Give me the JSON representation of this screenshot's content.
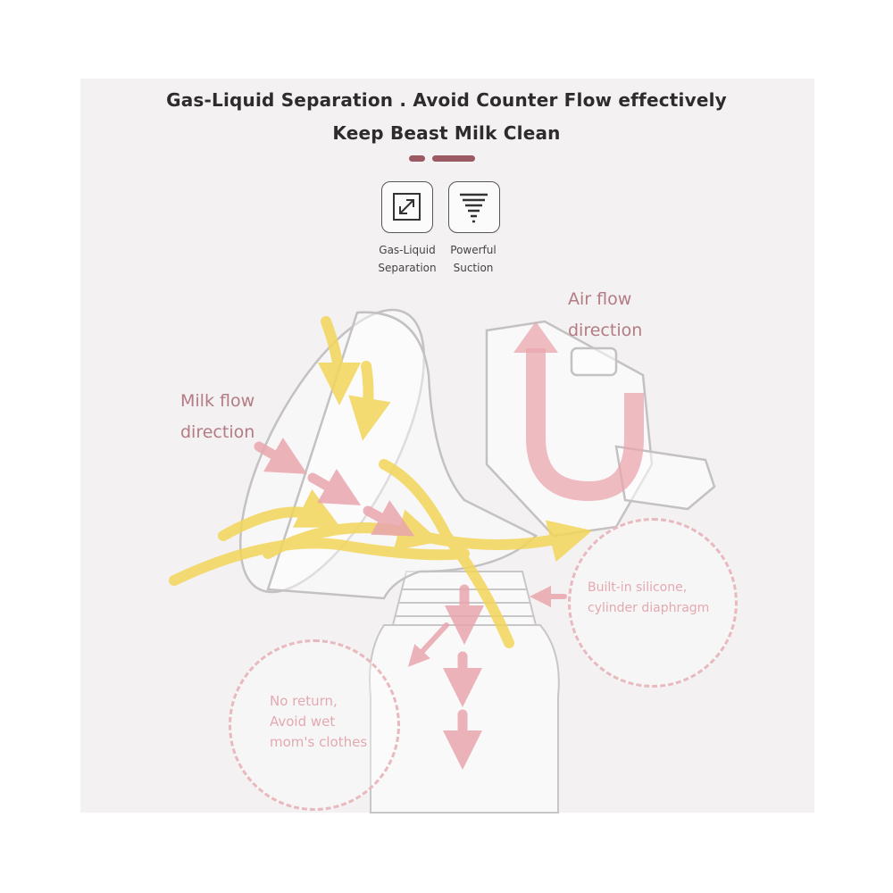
{
  "headline": {
    "line1": "Gas-Liquid Separation . Avoid Counter Flow effectively",
    "line2": "Keep Beast Milk Clean"
  },
  "features": [
    {
      "icon": "expand-arrows-icon",
      "label_line1": "Gas-Liquid",
      "label_line2": "Separation"
    },
    {
      "icon": "vortex-icon",
      "label_line1": "Powerful",
      "label_line2": "Suction"
    }
  ],
  "callouts": {
    "air_flow": {
      "line1": "Air flow",
      "line2": "direction"
    },
    "milk_flow": {
      "line1": "Milk flow",
      "line2": "direction"
    }
  },
  "detail_circles": {
    "diaphragm": {
      "line1": "Built-in silicone,",
      "line2": "cylinder diaphragm"
    },
    "no_return": {
      "line1": "No return,",
      "line2": "Avoid wet",
      "line3": "mom's clothes"
    }
  },
  "colors": {
    "headline": "#2e2b2c",
    "accent": "#9b5a63",
    "callout_text": "#b37b84",
    "pink_arrow": "#e9a6ae",
    "yellow_arrow": "#f2d55a",
    "background": "#f3f1f1"
  }
}
